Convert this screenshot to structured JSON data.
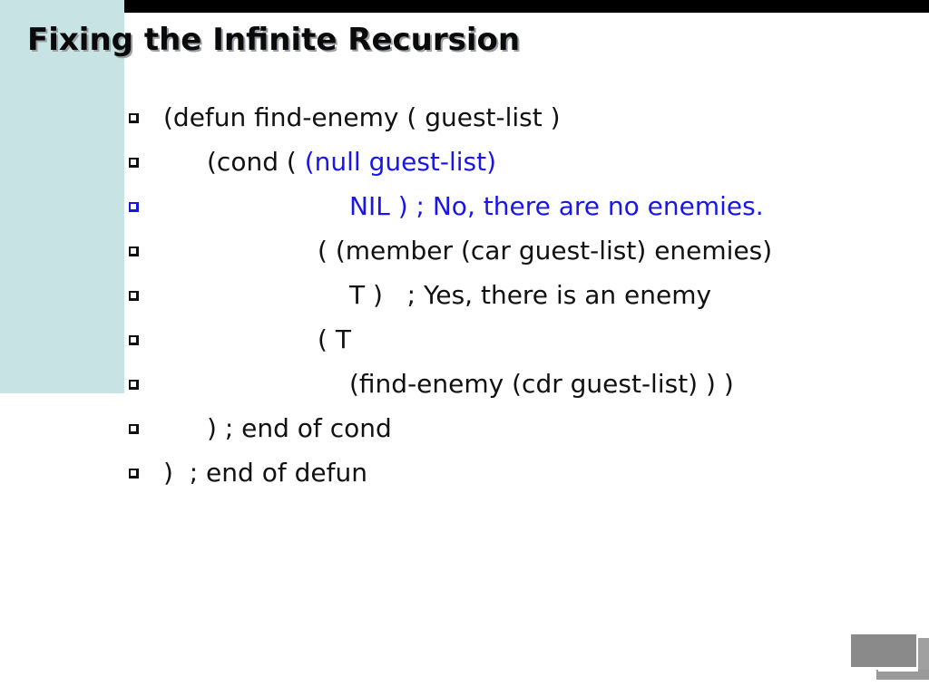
{
  "slide": {
    "title": "Fixing the Infinite Recursion",
    "colors": {
      "side_panel": "#c8e3e4",
      "top_bar": "#000000",
      "text": "#111111",
      "highlight": "#1a17e6"
    },
    "lines": [
      {
        "text": "(defun find-enemy ( guest-list )",
        "indent": 0,
        "color": "default"
      },
      {
        "text": "(cond ( ",
        "highlight": "(null guest-list)",
        "indent": 1,
        "color": "default"
      },
      {
        "text": "NIL ) ; No, there are no enemies.",
        "indent": 3,
        "color": "highlight"
      },
      {
        "text": "( (member (car guest-list) enemies)",
        "indent": 2,
        "color": "default"
      },
      {
        "text": "T )   ; Yes, there is an enemy",
        "indent": 3,
        "color": "default"
      },
      {
        "text": "( T",
        "indent": 2,
        "color": "default"
      },
      {
        "text": "(find-enemy (cdr guest-list) ) )",
        "indent": 3,
        "color": "default"
      },
      {
        "text": ") ; end of cond",
        "indent": 1,
        "color": "default"
      },
      {
        "text": ")  ; end of defun",
        "indent": 0,
        "color": "default"
      }
    ],
    "bullet_icon": "square-bullet-icon",
    "nav_icon": "slide-navigation-icon"
  }
}
